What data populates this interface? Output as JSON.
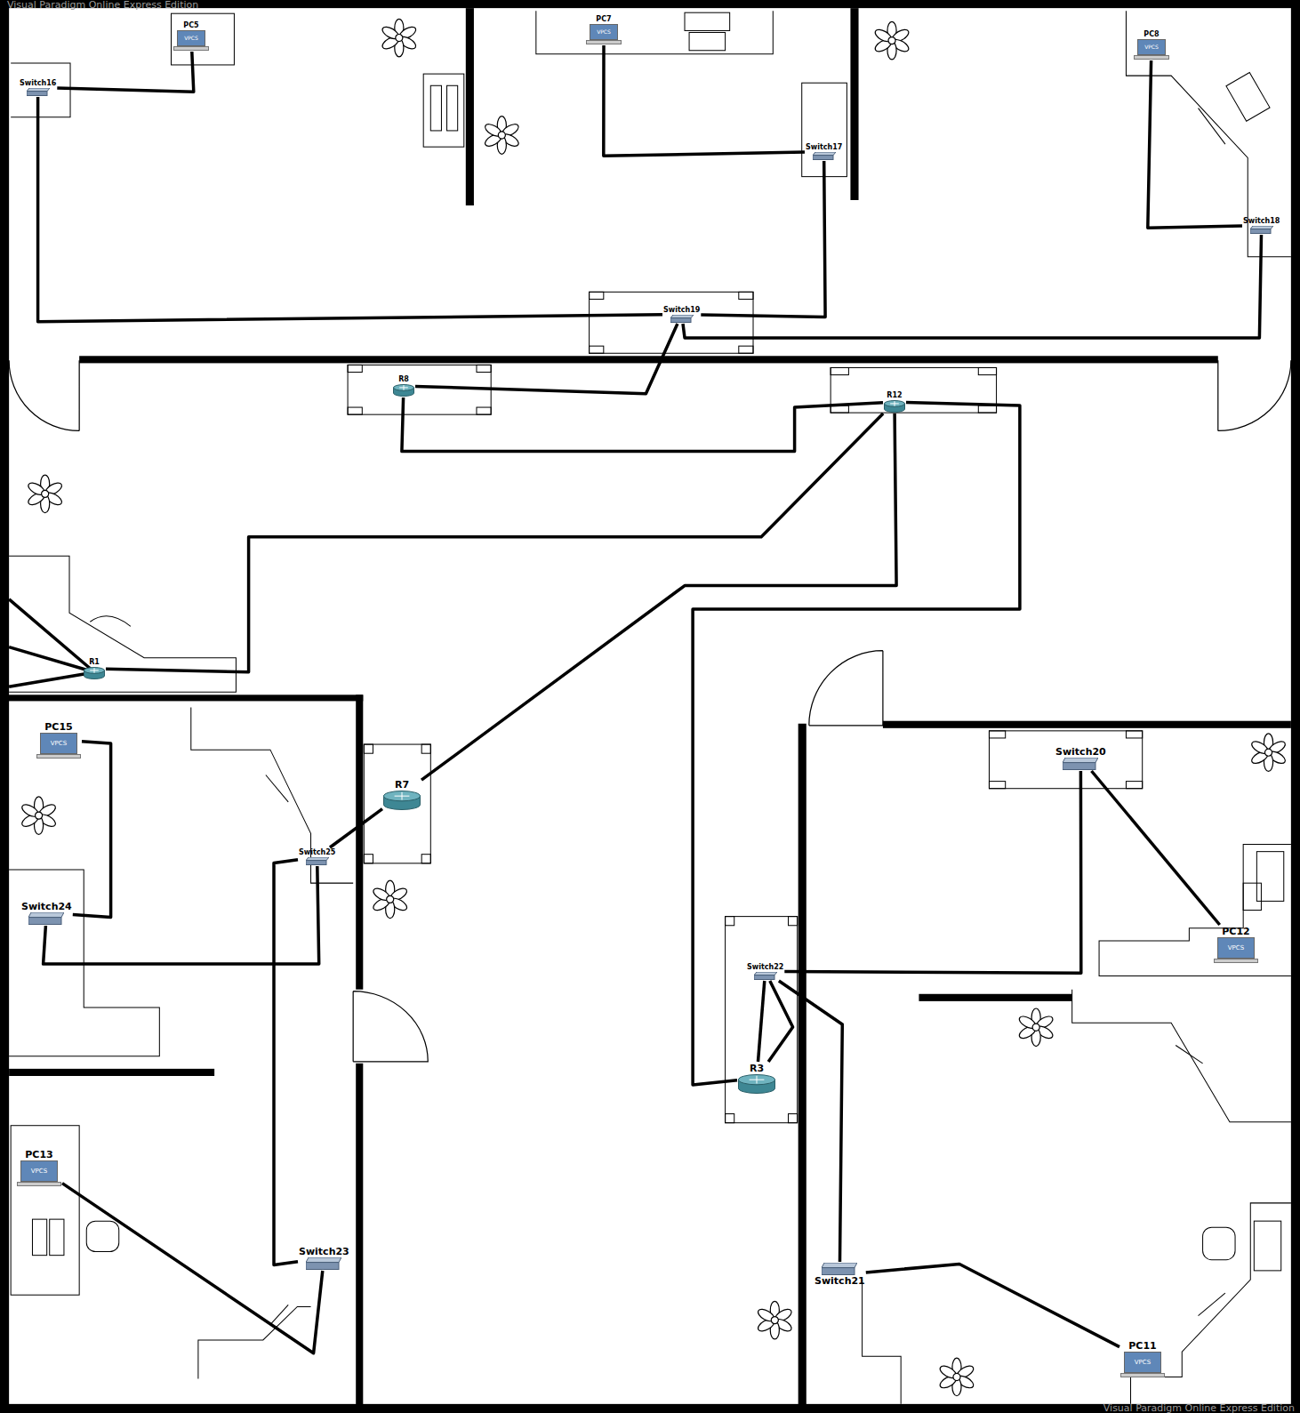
{
  "diagram": {
    "nodes": [
      {
        "text": [
          "PC5",
          "VPCS"
        ]
      },
      {
        "text": [
          "Switch16"
        ]
      },
      {
        "text": [
          "PC7",
          "VPCS"
        ]
      },
      {
        "text": [
          "Switch17"
        ]
      },
      {
        "text": [
          "PC8",
          "VPCS"
        ]
      },
      {
        "text": [
          "Switch18"
        ]
      },
      {
        "text": [
          "Switch19"
        ]
      },
      {
        "text": [
          "R8"
        ]
      },
      {
        "text": [
          "R12"
        ]
      },
      {
        "text": [
          "R1"
        ]
      },
      {
        "text": [
          "PC15",
          "VPCS"
        ]
      },
      {
        "text": [
          "Switch24"
        ]
      },
      {
        "text": [
          "Switch25"
        ]
      },
      {
        "text": [
          "R7"
        ]
      },
      {
        "text": [
          "Switch23"
        ]
      },
      {
        "text": [
          "PC13",
          "VPCS"
        ]
      },
      {
        "text": [
          "Switch20"
        ]
      },
      {
        "text": [
          "PC12",
          "VPCS"
        ]
      },
      {
        "text": [
          "Switch22"
        ]
      },
      {
        "text": [
          "R3"
        ]
      },
      {
        "text": [
          "Switch21"
        ]
      },
      {
        "text": [
          "PC11",
          "VPCS"
        ]
      }
    ],
    "edges": [
      {
        "from": 0,
        "to": 1,
        "arrow": "none"
      },
      {
        "from": 2,
        "to": 3,
        "arrow": "none"
      },
      {
        "from": 4,
        "to": 5,
        "arrow": "none"
      },
      {
        "from": 1,
        "to": 6,
        "arrow": "none"
      },
      {
        "from": 3,
        "to": 6,
        "arrow": "none"
      },
      {
        "from": 5,
        "to": 6,
        "arrow": "none"
      },
      {
        "from": 6,
        "to": 7,
        "arrow": "none"
      },
      {
        "from": 7,
        "to": 8,
        "arrow": "none"
      },
      {
        "from": 8,
        "to": 9,
        "arrow": "none"
      },
      {
        "from": 8,
        "to": 13,
        "arrow": "none"
      },
      {
        "from": 8,
        "to": 19,
        "arrow": "none"
      },
      {
        "from": 10,
        "to": 11,
        "arrow": "none"
      },
      {
        "from": 11,
        "to": 12,
        "arrow": "none"
      },
      {
        "from": 12,
        "to": 13,
        "arrow": "none"
      },
      {
        "from": 12,
        "to": 14,
        "arrow": "none"
      },
      {
        "from": 14,
        "to": 15,
        "arrow": "none"
      },
      {
        "from": 16,
        "to": 17,
        "arrow": "none"
      },
      {
        "from": 16,
        "to": 18,
        "arrow": "none"
      },
      {
        "from": 18,
        "to": 19,
        "arrow": "none"
      },
      {
        "from": 18,
        "to": 19,
        "arrow": "none"
      },
      {
        "from": 18,
        "to": 20,
        "arrow": "none"
      },
      {
        "from": 20,
        "to": 21,
        "arrow": "none"
      }
    ],
    "labels": [
      "Visual Paradigm Online Express Edition",
      "Visual Paradigm Online Express Edition"
    ]
  }
}
